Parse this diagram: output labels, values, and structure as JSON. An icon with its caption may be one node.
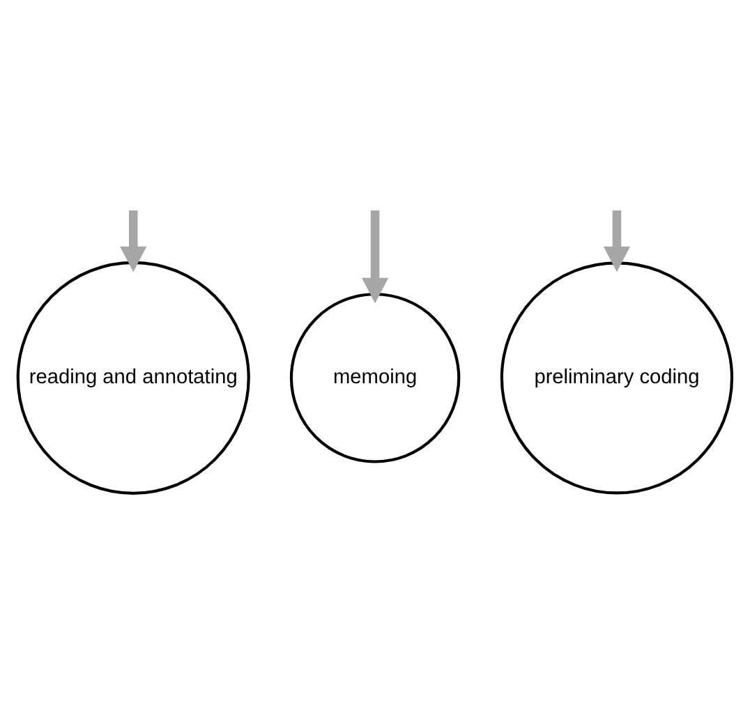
{
  "diagram": {
    "nodes": [
      {
        "text": [
          "reading and annotating"
        ]
      },
      {
        "text": [
          "memoing"
        ]
      },
      {
        "text": [
          "preliminary coding"
        ]
      }
    ],
    "edges": [
      {
        "from": null,
        "to": 0,
        "arrow": "to",
        "color": "#a6a6a6"
      },
      {
        "from": null,
        "to": 1,
        "arrow": "to",
        "color": "#a6a6a6"
      },
      {
        "from": null,
        "to": 2,
        "arrow": "to",
        "color": "#a6a6a6"
      }
    ]
  }
}
